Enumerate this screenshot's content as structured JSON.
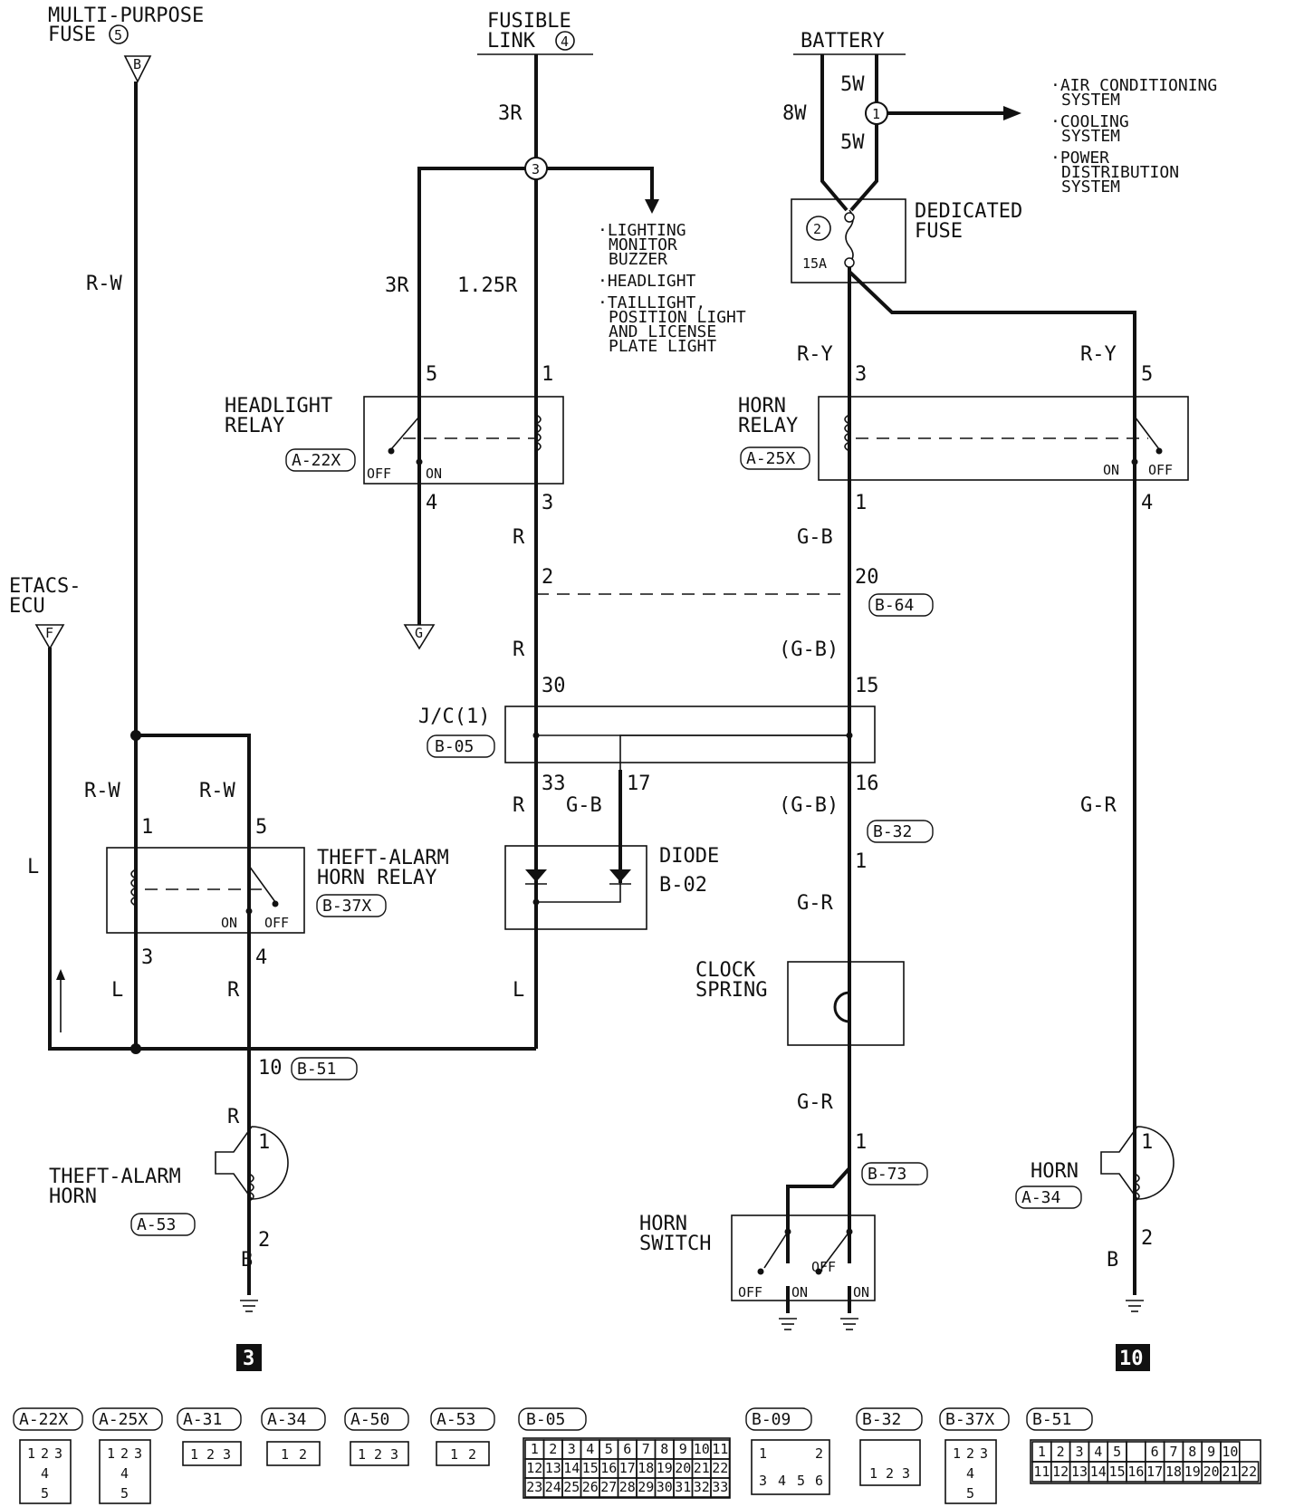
{
  "sources": {
    "multi_purpose_fuse": "MULTI-PURPOSE",
    "multi_purpose_fuse_2": "FUSE",
    "multi_purpose_fuse_num": "5",
    "fusible_link": "FUSIBLE",
    "fusible_link_2": "LINK",
    "fusible_link_num": "4",
    "battery": "BATTERY",
    "etacs": "ETACS-",
    "etacs_2": "ECU",
    "conn_b": "B",
    "conn_g": "G",
    "conn_f": "F"
  },
  "wires": {
    "rw": "R-W",
    "r3": "3R",
    "r125": "1.25R",
    "w5": "5W",
    "w8": "8W",
    "ry": "R-Y",
    "r": "R",
    "gb": "G-B",
    "gb_paren": "(G-B)",
    "gr": "G-R",
    "l": "L",
    "b": "B"
  },
  "splices": {
    "s1": "1",
    "s2": "2",
    "s3": "3"
  },
  "notes": {
    "ac1": "·AIR CONDITIONING",
    "ac2": "SYSTEM",
    "cool1": "·COOLING",
    "cool2": "SYSTEM",
    "pd1": "·POWER",
    "pd2": "DISTRIBUTION",
    "pd3": "SYSTEM",
    "lm1": "·LIGHTING",
    "lm2": "MONITOR",
    "lm3": "BUZZER",
    "hl": "·HEADLIGHT",
    "tl1": "·TAILLIGHT,",
    "tl2": "POSITION LIGHT",
    "tl3": "AND LICENSE",
    "tl4": "PLATE LIGHT"
  },
  "components": {
    "dedicated_fuse": "DEDICATED",
    "dedicated_fuse_2": "FUSE",
    "fuse_rating": "15A",
    "headlight_relay": "HEADLIGHT",
    "headlight_relay_2": "RELAY",
    "horn_relay": "HORN",
    "horn_relay_2": "RELAY",
    "jc": "J/C(1)",
    "theft_relay": "THEFT-ALARM",
    "theft_relay_2": "HORN RELAY",
    "diode": "DIODE",
    "diode_id": "B-02",
    "clock_spring": "CLOCK",
    "clock_spring_2": "SPRING",
    "theft_horn": "THEFT-ALARM",
    "theft_horn_2": "HORN",
    "horn_switch": "HORN",
    "horn_switch_2": "SWITCH",
    "horn": "HORN",
    "off": "OFF",
    "on": "ON"
  },
  "connectors": {
    "a22x": "A-22X",
    "a25x": "A-25X",
    "a31": "A-31",
    "a34": "A-34",
    "a50": "A-50",
    "a53": "A-53",
    "b05": "B-05",
    "b09": "B-09",
    "b32": "B-32",
    "b37x": "B-37X",
    "b51": "B-51",
    "b64": "B-64",
    "b73": "B-73"
  },
  "pins": {
    "p1": "1",
    "p2": "2",
    "p3": "3",
    "p4": "4",
    "p5": "5",
    "p10": "10",
    "p15": "15",
    "p16": "16",
    "p17": "17",
    "p20": "20",
    "p30": "30",
    "p33": "33"
  },
  "grounds": {
    "g3": "3",
    "g10": "10"
  },
  "pin_grids": {
    "b05_r1": [
      "1",
      "2",
      "3",
      "4",
      "5",
      "6",
      "7",
      "8",
      "9",
      "10",
      "11"
    ],
    "b05_r2": [
      "12",
      "13",
      "14",
      "15",
      "16",
      "17",
      "18",
      "19",
      "20",
      "21",
      "22"
    ],
    "b05_r3": [
      "23",
      "24",
      "25",
      "26",
      "27",
      "28",
      "29",
      "30",
      "31",
      "32",
      "33"
    ],
    "b51_r1": [
      "1",
      "2",
      "3",
      "4",
      "5",
      "",
      "6",
      "7",
      "8",
      "9",
      "10"
    ],
    "b51_r2": [
      "11",
      "12",
      "13",
      "14",
      "15",
      "16",
      "17",
      "18",
      "19",
      "20",
      "21",
      "22"
    ],
    "b09_pins": [
      "1",
      "2",
      "3",
      "4",
      "5",
      "6"
    ],
    "relay_pins": [
      "1",
      "2",
      "3",
      "4",
      "5"
    ],
    "three_pin": [
      "1",
      "2",
      "3"
    ],
    "two_pin": [
      "1",
      "2"
    ]
  }
}
